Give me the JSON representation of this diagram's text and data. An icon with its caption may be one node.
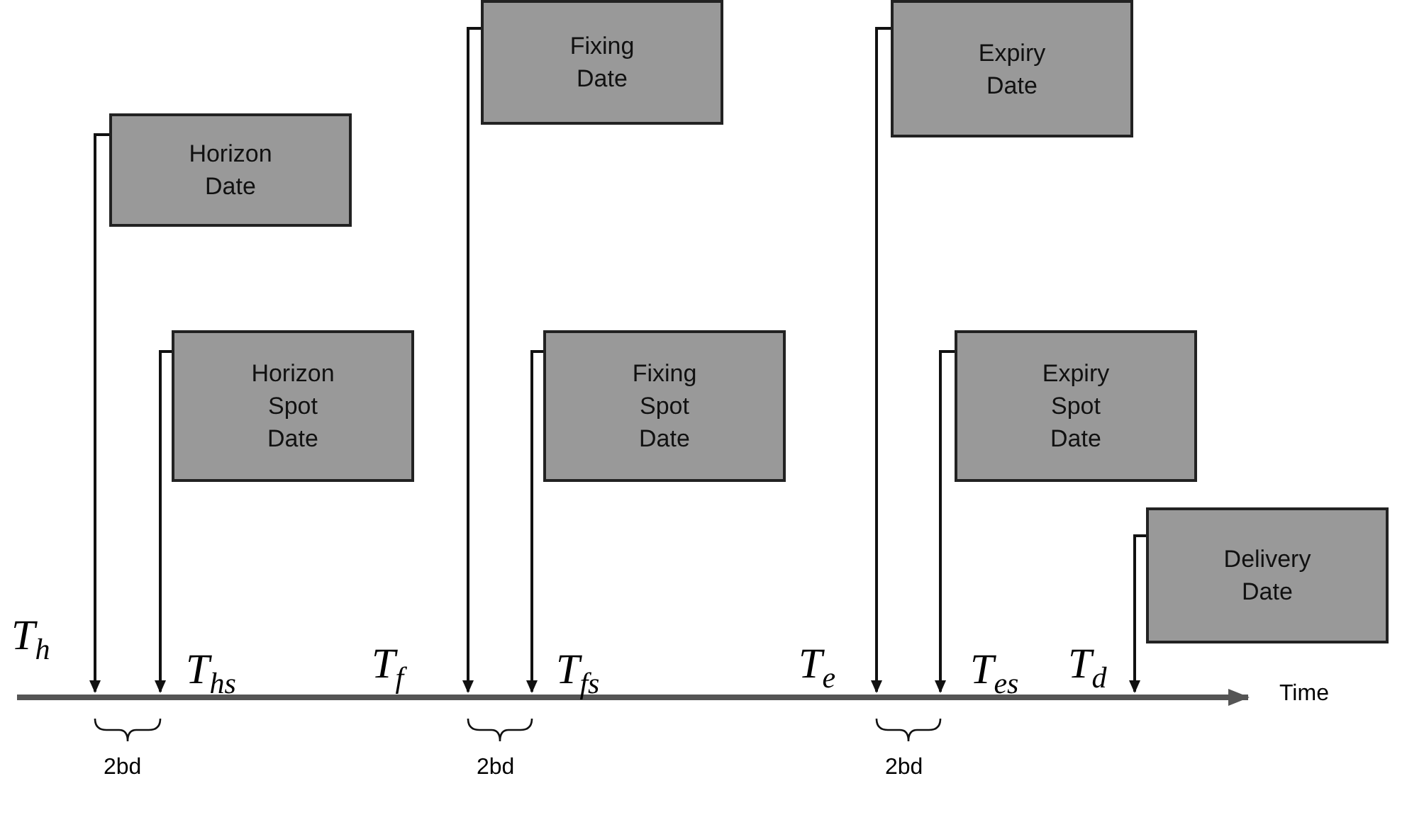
{
  "diagram": {
    "nodes": [
      {
        "text": [
          "Horizon Date"
        ]
      },
      {
        "text": [
          "Horizon Spot Date"
        ]
      },
      {
        "text": [
          "Fixing Date"
        ]
      },
      {
        "text": [
          "Fixing Spot Date"
        ]
      },
      {
        "text": [
          "Expiry Date"
        ]
      },
      {
        "text": [
          "Expiry Spot Date"
        ]
      },
      {
        "text": [
          "Delivery Date"
        ]
      }
    ],
    "edges": [
      {
        "from": 0,
        "to": null,
        "arrow": "to"
      },
      {
        "from": 1,
        "to": null,
        "arrow": "to"
      },
      {
        "from": 2,
        "to": null,
        "arrow": "to"
      },
      {
        "from": 3,
        "to": null,
        "arrow": "to"
      },
      {
        "from": 4,
        "to": null,
        "arrow": "to"
      },
      {
        "from": 5,
        "to": null,
        "arrow": "to"
      },
      {
        "from": 6,
        "to": null,
        "arrow": "to"
      }
    ],
    "labels": [
      "T$_{h}$",
      "T$_{hs}$",
      "T$_{f}$",
      "T$_{fs}$",
      "T$_{e}$",
      "T$_{es}$",
      "T$_{d}$",
      "Time",
      "2bd",
      "2bd",
      "2bd"
    ]
  }
}
